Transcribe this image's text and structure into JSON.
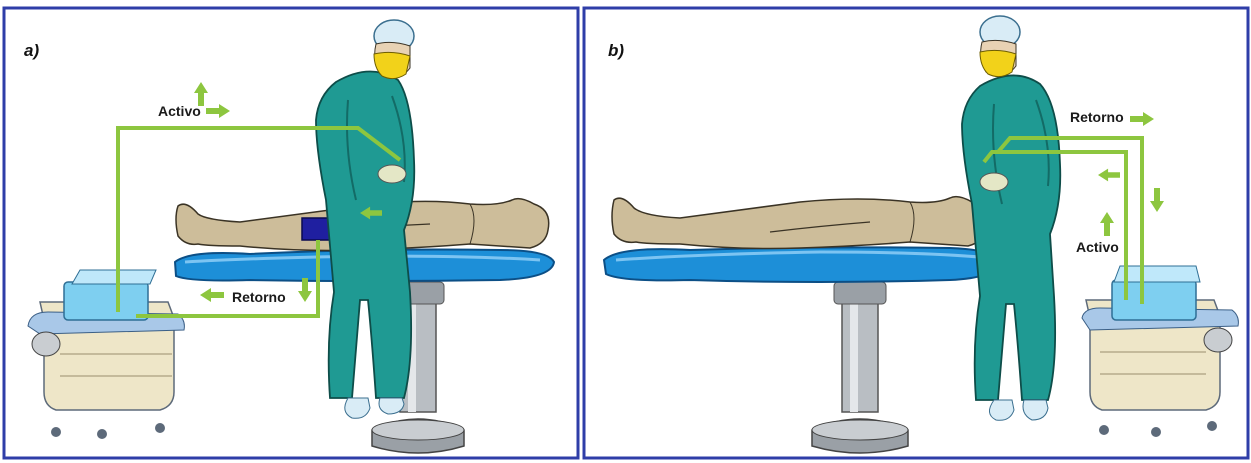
{
  "panels": [
    {
      "id": "a",
      "label": "a)",
      "labels": {
        "active": "Activo",
        "return": "Retorno"
      }
    },
    {
      "id": "b",
      "label": "b)",
      "labels": {
        "active": "Activo",
        "return": "Retorno"
      }
    }
  ],
  "colors": {
    "frame": "#2f3ea8",
    "wire": "#8dc63f",
    "arrow": "#8dc63f",
    "gown": "#1f9a93",
    "gown_dark": "#136b66",
    "skin": "#cdbd9a",
    "table_pad": "#1d8fd8",
    "pad_electrode": "#1f1fa0",
    "metal": "#9aa0a6",
    "mask": "#f2d21a",
    "unit_screen": "#7ecff0",
    "unit_body": "#eee6c8"
  }
}
